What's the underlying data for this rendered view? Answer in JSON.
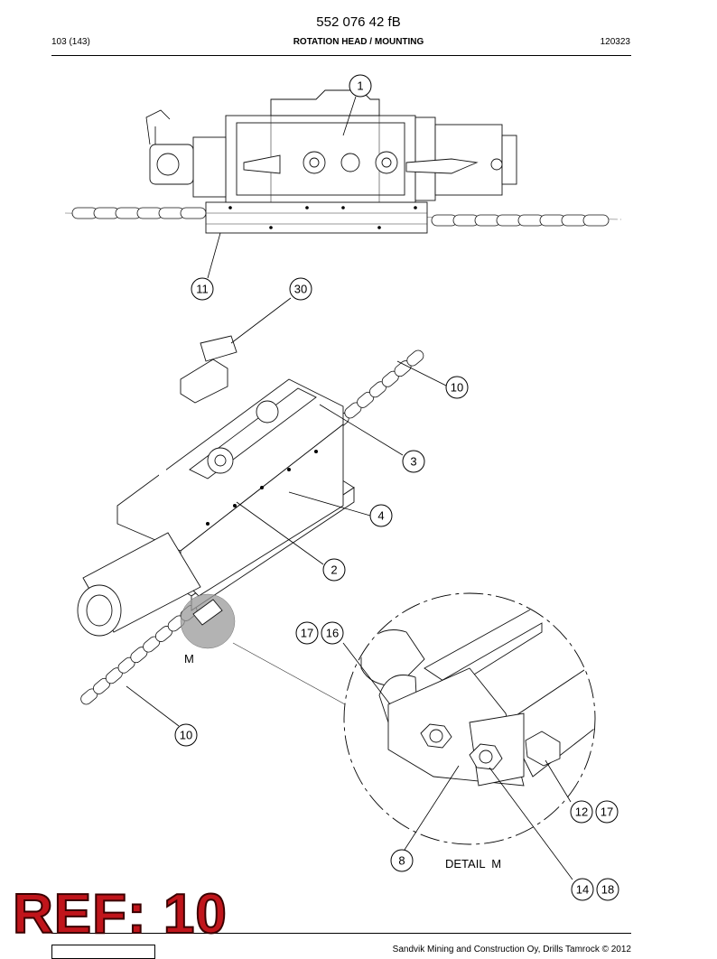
{
  "header": {
    "doc_number": "552 076 42 fB",
    "page_ref": "103 (143)",
    "section_title": "ROTATION HEAD / MOUNTING",
    "date_code": "120323"
  },
  "callouts": {
    "top_view": [
      "1",
      "11",
      "30"
    ],
    "iso_view": [
      "10",
      "3",
      "4",
      "2",
      "10"
    ],
    "detail": [
      "17",
      "16",
      "12",
      "17",
      "8",
      "14",
      "18"
    ]
  },
  "labels": {
    "detail_marker": "M",
    "detail_title": "DETAIL  M"
  },
  "stamp": {
    "text": "REF: 10",
    "color": "#c0151b"
  },
  "footer": {
    "copyright": "Sandvik Mining and Construction Oy, Drills Tamrock © 2012"
  }
}
